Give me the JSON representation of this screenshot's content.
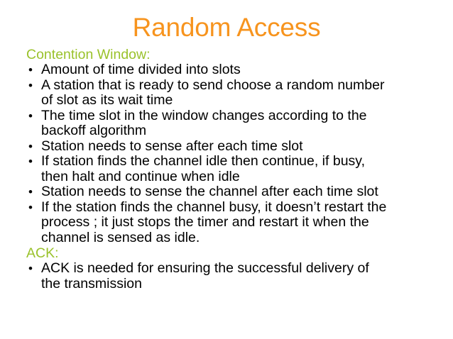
{
  "slide": {
    "title": "Random Access",
    "title_color": "#F7941E",
    "background_color": "#FFFFFF",
    "body_text_color": "#000000",
    "section_head_color": "#9AC22B",
    "bullet_glyph": "•",
    "sections": [
      {
        "heading": "Contention Window:",
        "bullets": [
          {
            "lines": [
              "Amount of time divided into slots"
            ]
          },
          {
            "lines": [
              "A station that is ready to send choose a random number",
              "of slot as its wait time"
            ]
          },
          {
            "lines": [
              "The time slot in the window changes according to the",
              "backoff algorithm"
            ]
          },
          {
            "lines": [
              "Station needs to sense after each time slot"
            ]
          },
          {
            "lines": [
              "If station finds the channel idle then continue, if busy,",
              "then halt and continue when idle"
            ]
          },
          {
            "lines": [
              "Station needs to sense the channel after each time slot"
            ]
          },
          {
            "lines": [
              "If the station finds the channel busy, it doesn’t restart the",
              "process ; it just stops the timer and restart it when the",
              "channel is sensed as idle."
            ]
          }
        ]
      },
      {
        "heading": "ACK:",
        "bullets": [
          {
            "lines": [
              "ACK is needed for ensuring the successful delivery of",
              "the transmission"
            ]
          }
        ]
      }
    ]
  }
}
